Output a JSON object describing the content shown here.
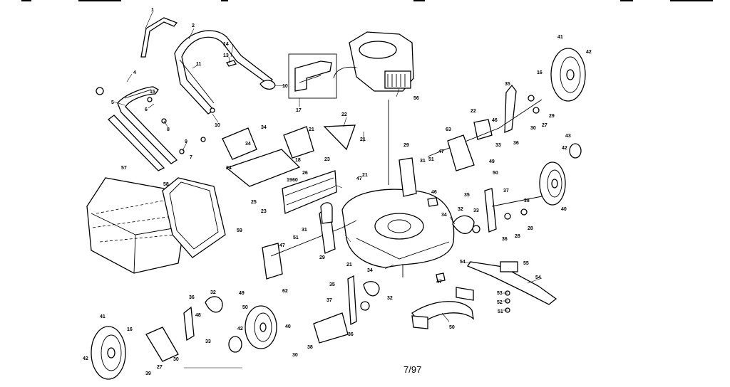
{
  "page_number": "7/97",
  "callouts": [
    {
      "id": "c1",
      "label": "1"
    },
    {
      "id": "c2",
      "label": "2"
    },
    {
      "id": "c4",
      "label": "4"
    },
    {
      "id": "c5",
      "label": "5"
    },
    {
      "id": "c6",
      "label": "6"
    },
    {
      "id": "c7",
      "label": "7"
    },
    {
      "id": "c8",
      "label": "8"
    },
    {
      "id": "c9",
      "label": "9"
    },
    {
      "id": "c10a",
      "label": "10"
    },
    {
      "id": "c10b",
      "label": "10"
    },
    {
      "id": "c11",
      "label": "11"
    },
    {
      "id": "c13",
      "label": "13"
    },
    {
      "id": "c14",
      "label": "14"
    },
    {
      "id": "c15",
      "label": "15"
    },
    {
      "id": "c16a",
      "label": "16"
    },
    {
      "id": "c16b",
      "label": "16"
    },
    {
      "id": "c17",
      "label": "17"
    },
    {
      "id": "c18",
      "label": "18"
    },
    {
      "id": "c19",
      "label": "19"
    },
    {
      "id": "c21a",
      "label": "21"
    },
    {
      "id": "c21b",
      "label": "21"
    },
    {
      "id": "c21c",
      "label": "21"
    },
    {
      "id": "c21d",
      "label": "21"
    },
    {
      "id": "c22a",
      "label": "22"
    },
    {
      "id": "c22b",
      "label": "22"
    },
    {
      "id": "c23a",
      "label": "23"
    },
    {
      "id": "c23b",
      "label": "23"
    },
    {
      "id": "c24",
      "label": "24"
    },
    {
      "id": "c25",
      "label": "25"
    },
    {
      "id": "c26",
      "label": "26"
    },
    {
      "id": "c27a",
      "label": "27"
    },
    {
      "id": "c27b",
      "label": "27"
    },
    {
      "id": "c28a",
      "label": "28"
    },
    {
      "id": "c28b",
      "label": "28"
    },
    {
      "id": "c29a",
      "label": "29"
    },
    {
      "id": "c29b",
      "label": "29"
    },
    {
      "id": "c29c",
      "label": "29"
    },
    {
      "id": "c30a",
      "label": "30"
    },
    {
      "id": "c30b",
      "label": "30"
    },
    {
      "id": "c30c",
      "label": "30"
    },
    {
      "id": "c31a",
      "label": "31"
    },
    {
      "id": "c31b",
      "label": "31"
    },
    {
      "id": "c32a",
      "label": "32"
    },
    {
      "id": "c32b",
      "label": "32"
    },
    {
      "id": "c32c",
      "label": "32"
    },
    {
      "id": "c33a",
      "label": "33"
    },
    {
      "id": "c33b",
      "label": "33"
    },
    {
      "id": "c33c",
      "label": "33"
    },
    {
      "id": "c34a",
      "label": "34"
    },
    {
      "id": "c34b",
      "label": "34"
    },
    {
      "id": "c34c",
      "label": "34"
    },
    {
      "id": "c34d",
      "label": "34"
    },
    {
      "id": "c35a",
      "label": "35"
    },
    {
      "id": "c35b",
      "label": "35"
    },
    {
      "id": "c35c",
      "label": "35"
    },
    {
      "id": "c36a",
      "label": "36"
    },
    {
      "id": "c36b",
      "label": "36"
    },
    {
      "id": "c36c",
      "label": "36"
    },
    {
      "id": "c36d",
      "label": "36"
    },
    {
      "id": "c37a",
      "label": "37"
    },
    {
      "id": "c37b",
      "label": "37"
    },
    {
      "id": "c38a",
      "label": "38"
    },
    {
      "id": "c38b",
      "label": "38"
    },
    {
      "id": "c39",
      "label": "39"
    },
    {
      "id": "c40a",
      "label": "40"
    },
    {
      "id": "c40b",
      "label": "40"
    },
    {
      "id": "c41a",
      "label": "41"
    },
    {
      "id": "c41b",
      "label": "41"
    },
    {
      "id": "c42a",
      "label": "42"
    },
    {
      "id": "c42b",
      "label": "42"
    },
    {
      "id": "c42c",
      "label": "42"
    },
    {
      "id": "c42d",
      "label": "42"
    },
    {
      "id": "c43",
      "label": "43"
    },
    {
      "id": "c46a",
      "label": "46"
    },
    {
      "id": "c46b",
      "label": "46"
    },
    {
      "id": "c47a",
      "label": "47"
    },
    {
      "id": "c47b",
      "label": "47"
    },
    {
      "id": "c47c",
      "label": "47"
    },
    {
      "id": "c47d",
      "label": "47"
    },
    {
      "id": "c48",
      "label": "48"
    },
    {
      "id": "c49a",
      "label": "49"
    },
    {
      "id": "c49b",
      "label": "49"
    },
    {
      "id": "c50a",
      "label": "50"
    },
    {
      "id": "c50b",
      "label": "50"
    },
    {
      "id": "c50c",
      "label": "50"
    },
    {
      "id": "c51a",
      "label": "51"
    },
    {
      "id": "c51b",
      "label": "51"
    },
    {
      "id": "c51c",
      "label": "51"
    },
    {
      "id": "c52",
      "label": "52"
    },
    {
      "id": "c53",
      "label": "53"
    },
    {
      "id": "c54a",
      "label": "54"
    },
    {
      "id": "c54b",
      "label": "54"
    },
    {
      "id": "c55",
      "label": "55"
    },
    {
      "id": "c56",
      "label": "56"
    },
    {
      "id": "c57",
      "label": "57"
    },
    {
      "id": "c58",
      "label": "58"
    },
    {
      "id": "c59",
      "label": "59"
    },
    {
      "id": "c60",
      "label": "60"
    },
    {
      "id": "c62",
      "label": "62"
    },
    {
      "id": "c63",
      "label": "63"
    }
  ]
}
